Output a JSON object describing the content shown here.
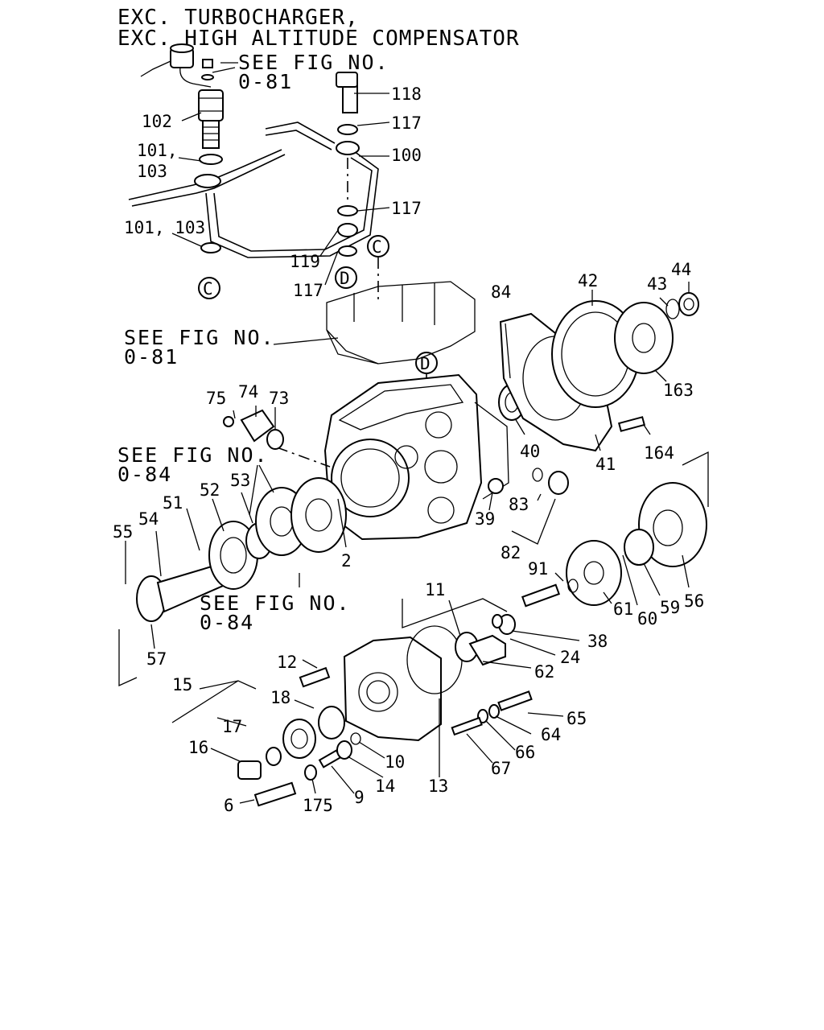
{
  "header": {
    "line1": "EXC. TURBOCHARGER,",
    "line2": "EXC. HIGH ALTITUDE COMPENSATOR"
  },
  "references": [
    {
      "id": "ref1",
      "line1": "SEE FIG NO.",
      "line2": "0-81"
    },
    {
      "id": "ref2",
      "line1": "SEE FIG NO.",
      "line2": "0-81"
    },
    {
      "id": "ref3",
      "line1": "SEE FIG NO.",
      "line2": "0-84"
    },
    {
      "id": "ref4",
      "line1": "SEE FIG NO.",
      "line2": "0-84"
    }
  ],
  "connectors": [
    {
      "id": "c1",
      "label": "C"
    },
    {
      "id": "c2",
      "label": "C"
    },
    {
      "id": "d1",
      "label": "D"
    },
    {
      "id": "d2",
      "label": "D"
    }
  ],
  "callouts": [
    "118",
    "117",
    "100",
    "117",
    "119",
    "117",
    "102",
    "101,",
    "103",
    "101, 103",
    "84",
    "42",
    "43",
    "44",
    "163",
    "164",
    "41",
    "40",
    "39",
    "83",
    "82",
    "75",
    "74",
    "73",
    "52",
    "53",
    "51",
    "54",
    "55",
    "2",
    "57",
    "91",
    "56",
    "59",
    "60",
    "61",
    "38",
    "24",
    "62",
    "11",
    "12",
    "15",
    "18",
    "17",
    "16",
    "6",
    "175",
    "9",
    "14",
    "10",
    "13",
    "65",
    "64",
    "66",
    "67"
  ]
}
